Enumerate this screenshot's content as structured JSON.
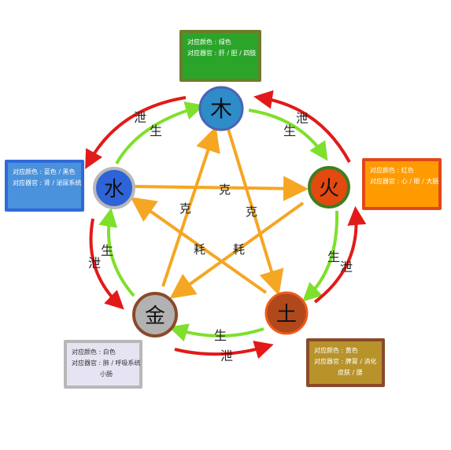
{
  "labels": {
    "sheng": "生",
    "xie": "泄",
    "ke": "克",
    "hao": "耗"
  },
  "elements": {
    "wood": {
      "glyph": "木",
      "fill": "#2e8cc8",
      "ring": "#4a62b8"
    },
    "fire": {
      "glyph": "火",
      "fill": "#e24a10",
      "ring": "#3f7d1f"
    },
    "earth": {
      "glyph": "土",
      "fill": "#b0481c",
      "ring": "#f05a1a"
    },
    "metal": {
      "glyph": "金",
      "fill": "#b2b2b2",
      "ring": "#8a4a2a"
    },
    "water": {
      "glyph": "水",
      "fill": "#2f64d8",
      "ring": "#b8b8b8"
    }
  },
  "boxes": {
    "wood": {
      "color_line": "对应颜色 : 绿色",
      "organ_line": "对应器官 : 肝 / 胆 / 四肢"
    },
    "fire": {
      "color_line": "对应颜色 : 红色",
      "organ_line": "对应器官 : 心 / 眼 / 大肠"
    },
    "water": {
      "color_line": "对应颜色 : 蓝色 / 黑色",
      "organ_line": "对应器官 : 肾 / 泌尿系统"
    },
    "metal": {
      "color_line": "对应颜色 : 白色",
      "organ_line": "对应器官 : 肺 / 呼吸系统",
      "organ_line2": "小肠"
    },
    "earth": {
      "color_line": "对应颜色 : 黄色",
      "organ_line": "对应器官 : 脾胃 / 消化",
      "organ_line2": "皮肤 / 腰"
    }
  },
  "colors": {
    "sheng_arrow": "#7ee02a",
    "xie_arrow": "#e21a1a",
    "ke_arrow": "#f5a623"
  }
}
